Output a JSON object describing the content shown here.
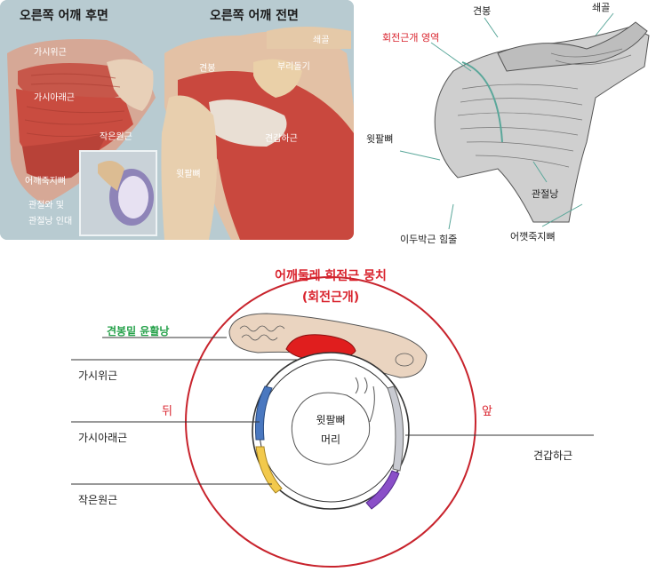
{
  "posterior_panel": {
    "heading_back": "오른쪽 어깨 후면",
    "heading_front": "오른쪽 어깨 전면",
    "labels": {
      "supraspinatus": "가시위근",
      "infraspinatus": "가시아래근",
      "teres_minor": "작은원근",
      "scapula": "어깨죽지뼈",
      "joint_capsule": "관절와 및",
      "joint_capsule_2": "관절낭 인대",
      "clavicle": "쇄골",
      "acromion": "견봉",
      "coracoid": "부리돌기",
      "subscapularis": "견갑하근",
      "humerus": "윗팔뼈"
    }
  },
  "sketch_panel": {
    "labels": {
      "acromion": "견봉",
      "clavicle": "쇄골",
      "rotator_cuff_area": "회전근개 영역",
      "humerus": "윗팔뼈",
      "joint_capsule": "관절낭",
      "biceps_tendon": "이두박근 힘줄",
      "scapula": "어깻죽지뼈"
    }
  },
  "cross_section": {
    "title": "어깨둘레 회전근 뭉치",
    "subtitle": "(회전근개)",
    "bursa_label": "견봉밑 윤활낭",
    "back_label": "뒤",
    "front_label": "앞",
    "humeral_head_1": "윗팔뼈",
    "humeral_head_2": "머리",
    "muscles": {
      "supraspinatus": "가시위근",
      "infraspinatus": "가시아래근",
      "teres_minor": "작은원근",
      "subscapularis": "견갑하근"
    },
    "colors": {
      "ring": "#c8232c",
      "bursa": "#e01e1e",
      "supraspinatus": "#6cc04a",
      "infraspinatus": "#4a78c0",
      "teres_minor": "#f2c94c",
      "subscapularis": "#8a4fc8",
      "front_band": "#c9cbd2"
    }
  }
}
